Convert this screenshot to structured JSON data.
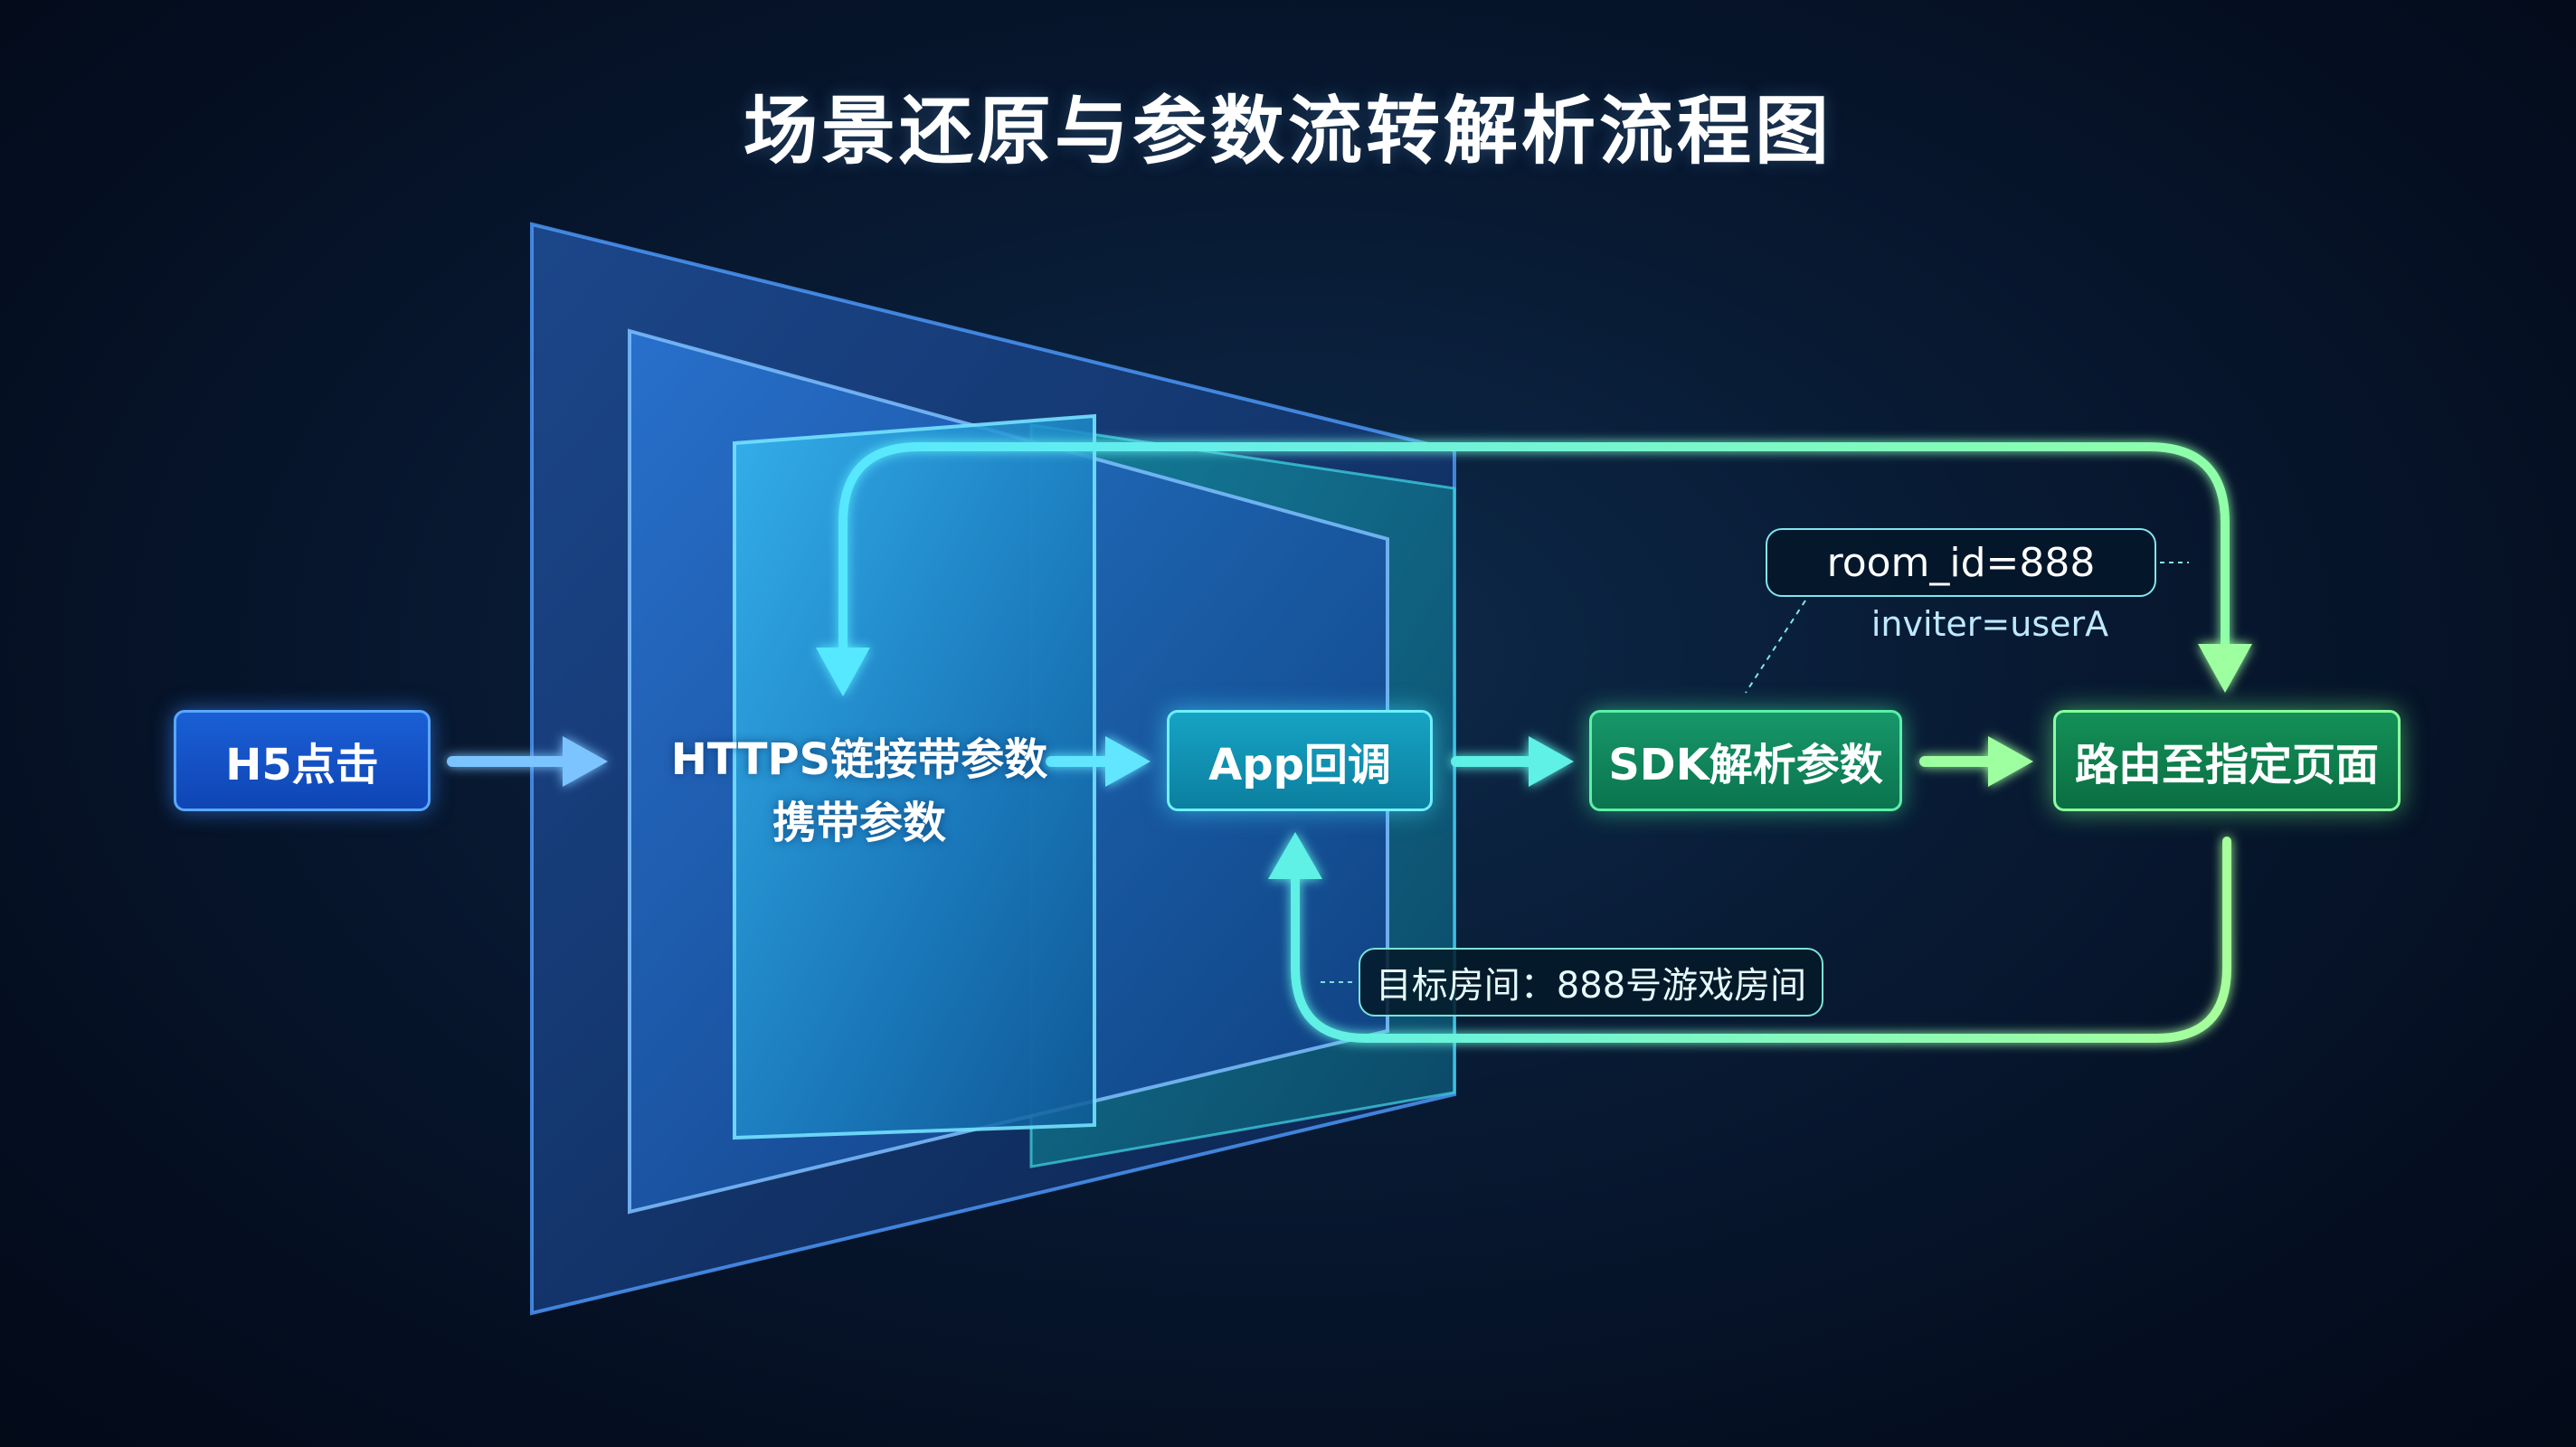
{
  "title": "场景还原与参数流转解析流程图",
  "nodes": {
    "h5": "H5点击",
    "https_line1": "HTTPS链接带参数",
    "https_line2": "携带参数",
    "app": "App回调",
    "sdk": "SDK解析参数",
    "route": "路由至指定页面"
  },
  "annotations": {
    "room_id": "room_id=888",
    "inviter": "inviter=userA",
    "target_room": "目标房间：888号游戏房间"
  },
  "colors": {
    "blue_accent": "#5aa7ff",
    "cyan_accent": "#6ff0ff",
    "green_accent": "#5cf0a8",
    "lime_accent": "#8bff9e",
    "background": "#061428"
  },
  "flow": [
    "H5点击",
    "HTTPS链接带参数",
    "App回调",
    "SDK解析参数",
    "路由至指定页面"
  ]
}
